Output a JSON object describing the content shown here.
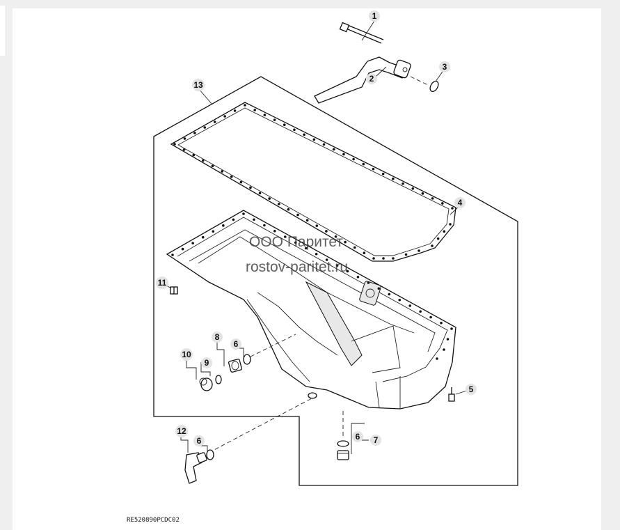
{
  "diagram": {
    "callouts": [
      {
        "id": "callout-1",
        "label": "1"
      },
      {
        "id": "callout-2",
        "label": "2"
      },
      {
        "id": "callout-3",
        "label": "3"
      },
      {
        "id": "callout-4",
        "label": "4"
      },
      {
        "id": "callout-5",
        "label": "5"
      },
      {
        "id": "callout-6a",
        "label": "6"
      },
      {
        "id": "callout-6b",
        "label": "6"
      },
      {
        "id": "callout-6c",
        "label": "6"
      },
      {
        "id": "callout-7",
        "label": "7"
      },
      {
        "id": "callout-8",
        "label": "8"
      },
      {
        "id": "callout-9",
        "label": "9"
      },
      {
        "id": "callout-10",
        "label": "10"
      },
      {
        "id": "callout-11",
        "label": "11"
      },
      {
        "id": "callout-12",
        "label": "12"
      },
      {
        "id": "callout-13",
        "label": "13"
      }
    ],
    "watermark_line1": "ООО Паритет",
    "watermark_line2": "rostov-paritet.ru",
    "drawing_code": "RE520890PCDC02"
  },
  "colors": {
    "background": "#efefef",
    "page": "#ffffff",
    "ink": "#111111",
    "callout_fill": "#e3e3e3"
  }
}
